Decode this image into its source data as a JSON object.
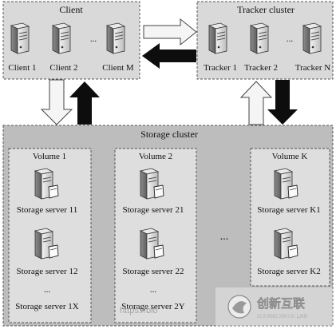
{
  "client": {
    "title": "Client",
    "nodes": [
      "Client 1",
      "Client 2",
      "Client M"
    ],
    "ellipsis": "..."
  },
  "tracker": {
    "title": "Tracker cluster",
    "nodes": [
      "Tracker 1",
      "Tracker 2",
      "Tracker N"
    ],
    "ellipsis": "..."
  },
  "storage": {
    "title": "Storage cluster",
    "volumes": [
      {
        "title": "Volume 1",
        "servers": [
          "Storage server 11",
          "Storage server 12"
        ],
        "ellipsis": "...",
        "last": "Storage server 1X"
      },
      {
        "title": "Volume 2",
        "servers": [
          "Storage server 21",
          "Storage server 22"
        ],
        "ellipsis": "...",
        "last": "Storage server 2Y"
      },
      {
        "title": "Volume K",
        "servers": [
          "Storage server K1",
          "Storage server K2"
        ],
        "ellipsis": "",
        "last": ""
      }
    ],
    "between_ellipsis": "..."
  },
  "watermark": {
    "url_text": "https://blo",
    "brand_cn": "创新互联",
    "brand_en": "CHUANG XIN HU LIAN"
  },
  "colors": {
    "page_bg": "#ffffff",
    "panel_bg": "#d9d9d9",
    "storage_bg": "#bdbdbd",
    "volume_bg": "#dedede",
    "solid_arrow": "#0d0d0d",
    "hollow_arrow": "#f5f5f5"
  }
}
